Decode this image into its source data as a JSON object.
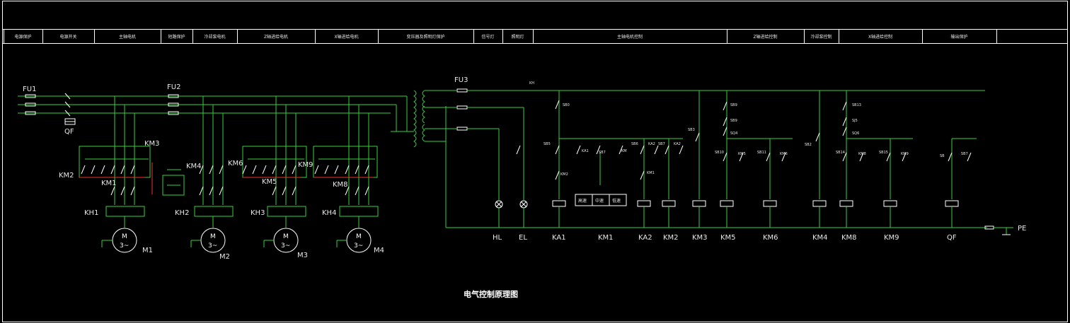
{
  "drawing": {
    "title": "电气控制原理图",
    "header_cells": [
      "电源保护",
      "电源开关",
      "主轴电机",
      "短路保护",
      "冷却泵电机",
      "Z轴进给电机",
      "X轴进给电机",
      "变压器及照明灯保护",
      "信号灯",
      "照明灯",
      "主轴电机控制",
      "Z轴进给控制",
      "冷却泵控制",
      "X轴进给控制",
      "输出保护"
    ],
    "power": {
      "fu1": "FU1",
      "fu2": "FU2",
      "qf": "QF",
      "km_labels": [
        "KM3",
        "KM4",
        "KM6",
        "KM9",
        "KM2",
        "KM1",
        "KM5",
        "KM8"
      ],
      "kh_labels": [
        "KH1",
        "KH2",
        "KH3",
        "KH4"
      ],
      "motors": [
        {
          "symbol": "M",
          "phase": "3~",
          "label": "M1"
        },
        {
          "symbol": "M",
          "phase": "3~",
          "label": "M2"
        },
        {
          "symbol": "M",
          "phase": "3~",
          "label": "M3"
        },
        {
          "symbol": "M",
          "phase": "3~",
          "label": "M4"
        }
      ]
    },
    "control": {
      "fu3": "FU3",
      "small_labels": [
        "KH",
        "SB0",
        "SB5",
        "KA1",
        "SB7",
        "KM",
        "SB6",
        "KA2",
        "SB7",
        "KA2",
        "KM2",
        "KM1",
        "SB3",
        "SB9",
        "SB9",
        "SQ4",
        "SB10",
        "KM5",
        "SB11",
        "KM6",
        "SB2",
        "SB13",
        "SJ5",
        "SQ6",
        "SB14",
        "KM8",
        "SB15",
        "KM9",
        "SB",
        "SB7"
      ],
      "speed_box": [
        "高速",
        "中速",
        "低速"
      ],
      "bottom_labels": [
        "HL",
        "EL",
        "KA1",
        "KM1",
        "KA2",
        "KM2",
        "KM3",
        "KM5",
        "KM6",
        "KM4",
        "KM8",
        "KM9",
        "QF"
      ],
      "pe": "PE"
    }
  }
}
